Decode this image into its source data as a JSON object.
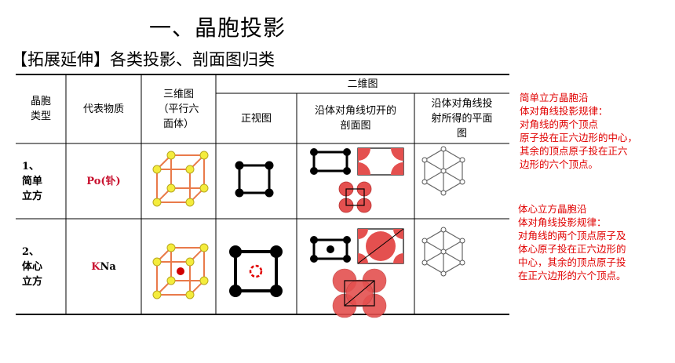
{
  "title": "一、晶胞投影",
  "subtitle": "【拓展延伸】各类投影、剖面图归类",
  "table": {
    "headers": {
      "cell_type": "晶胞\n类型",
      "substance": "代表物质",
      "three_d": "三维图\n（平行六\n面体）",
      "two_d": "二维图",
      "front_view": "正视图",
      "section": "沿体对角线切开的\n剖面图",
      "projection": "沿体对角线投\n射所得的平面\n图"
    },
    "rows": [
      {
        "type": "1、\n简单\n立方",
        "substance_red": "Po(钋)",
        "substance_black": ""
      },
      {
        "type": "2、\n体心\n立方",
        "substance_red": "K",
        "substance_black": " Na"
      }
    ]
  },
  "notes": {
    "simple_cubic": "简单立方晶胞沿\n体对角线投影规律：\n对角线的两个顶点\n原子投在正六边形的中心，\n其余的顶点原子投在正六\n边形的六个顶点。",
    "bcc": "体心立方晶胞沿\n体对角线投影规律：\n对角线的两个顶点原子及\n体心原子投在正六边形的\n中心，其余的顶点原子投\n在正六边形的六个顶点。"
  },
  "colors": {
    "note_red": "#e00000",
    "substance_red": "#c8102e",
    "atom_red": "#e4504f",
    "atom_yellow": "#f4ec3c",
    "edge_orange": "#e97a4a"
  }
}
